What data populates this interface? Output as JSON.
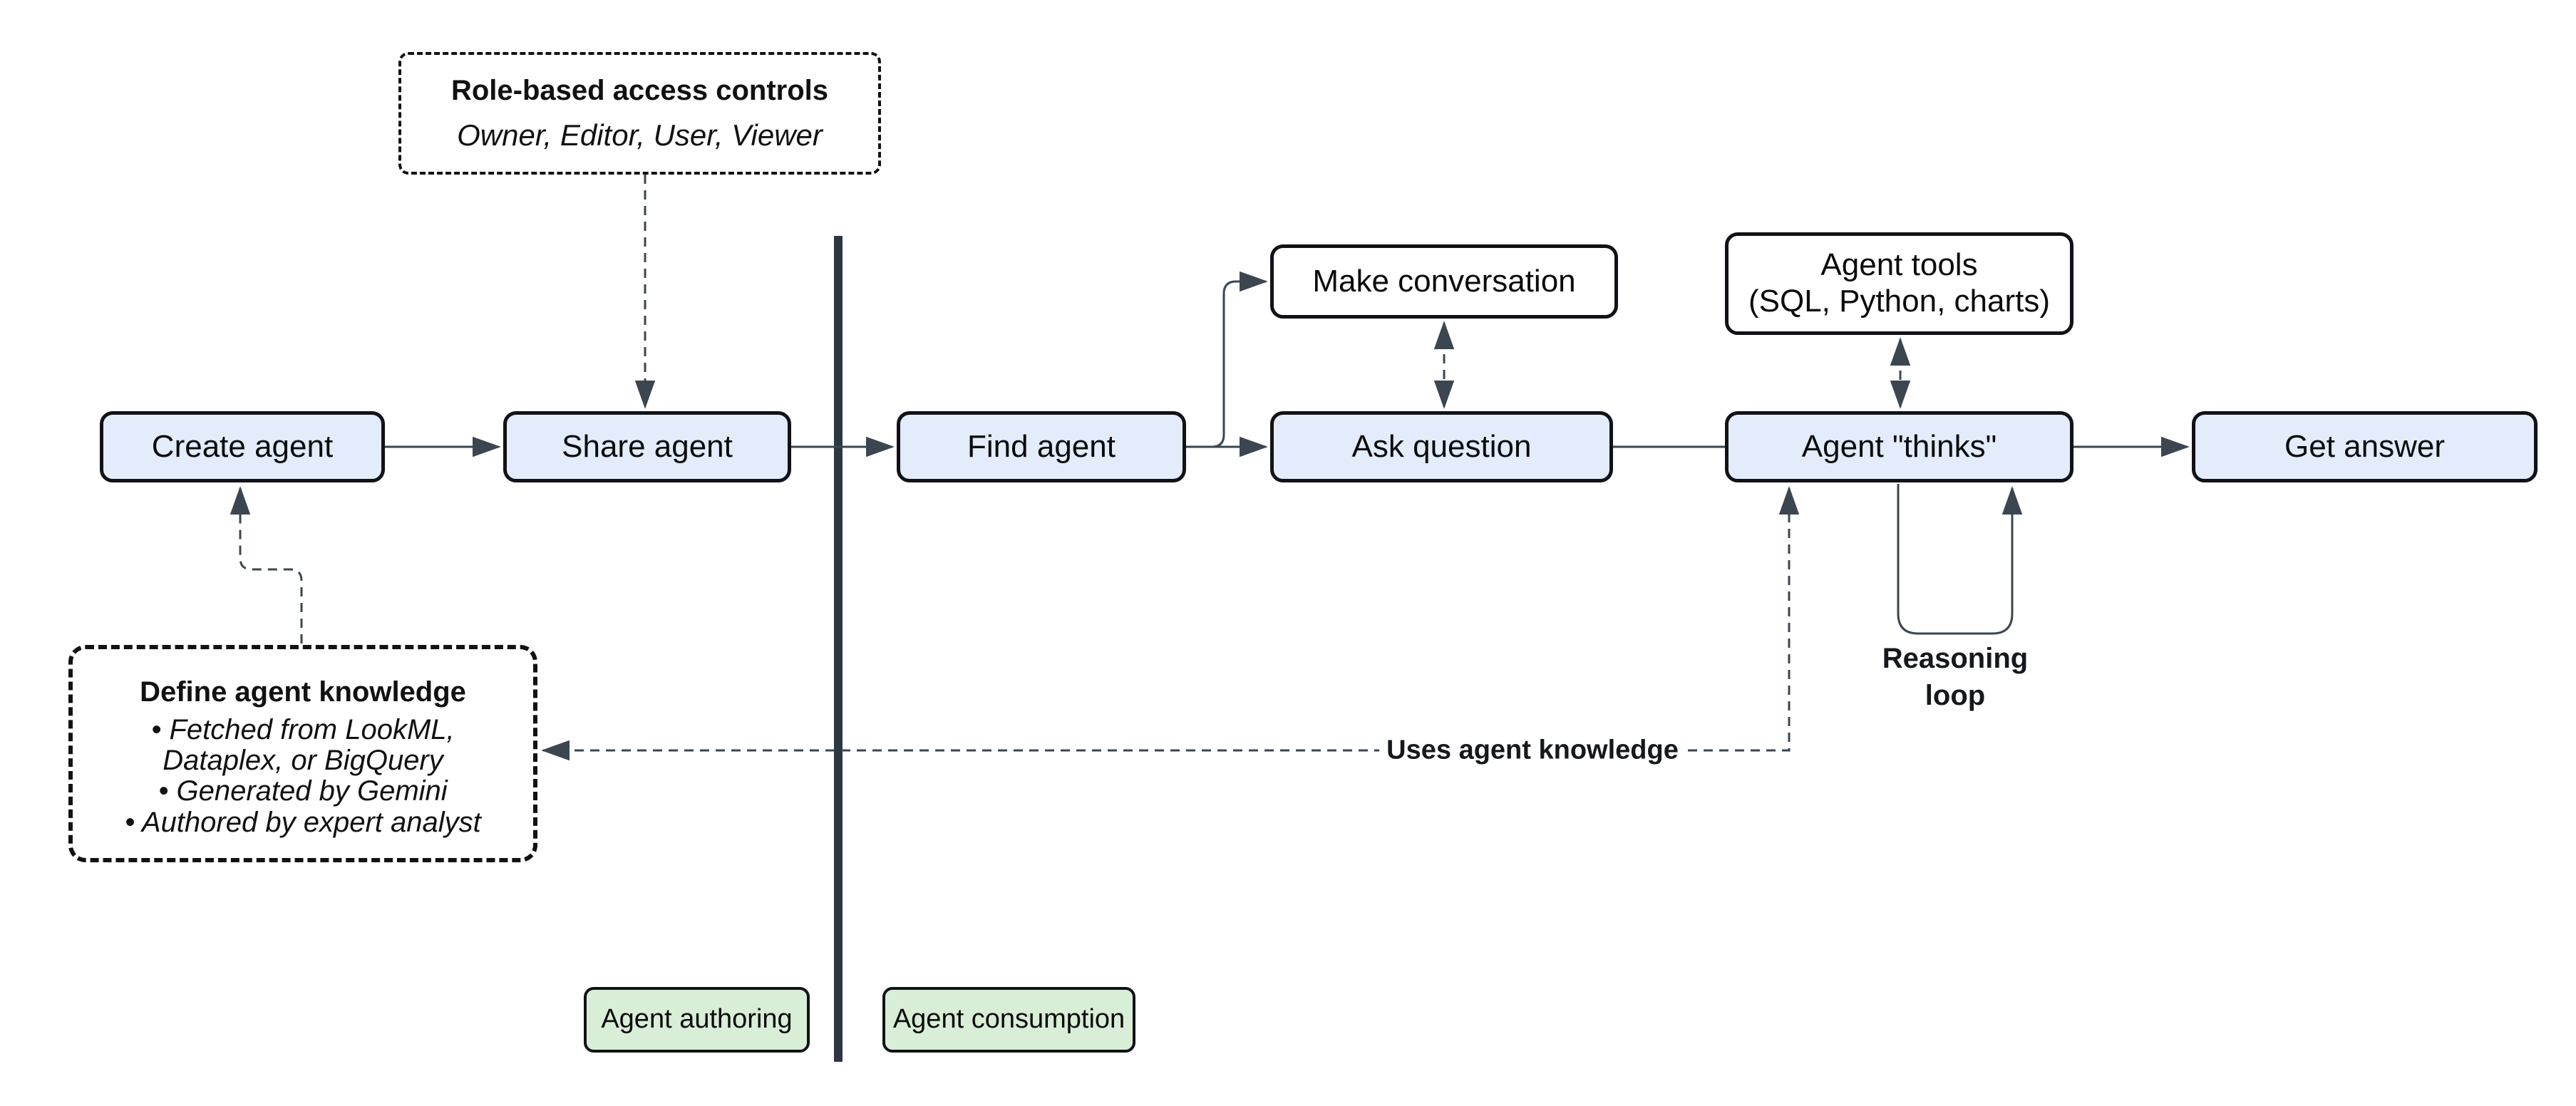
{
  "nodes": {
    "create_agent": {
      "label": "Create agent"
    },
    "share_agent": {
      "label": "Share agent"
    },
    "find_agent": {
      "label": "Find agent"
    },
    "make_conversation": {
      "label": "Make conversation"
    },
    "ask_question": {
      "label": "Ask question"
    },
    "agent_tools": {
      "label": "Agent tools",
      "sublabel": "(SQL, Python, charts)"
    },
    "agent_thinks": {
      "label": "Agent \"thinks\""
    },
    "get_answer": {
      "label": "Get answer"
    }
  },
  "notes": {
    "role_based": {
      "title": "Role-based access controls",
      "subtitle": "Owner, Editor, User, Viewer"
    },
    "define_knowledge": {
      "title": "Define agent knowledge",
      "bullets": [
        "• Fetched from LookML, Dataplex, or BigQuery",
        "• Generated by Gemini",
        "• Authored by expert analyst"
      ]
    }
  },
  "wire_labels": {
    "uses_agent_knowledge": "Uses agent knowledge",
    "reasoning_loop": "Reasoning loop"
  },
  "badges": {
    "authoring": "Agent authoring",
    "consumption": "Agent consumption"
  },
  "colors": {
    "node_fill": "#e2ecfb",
    "node_border": "#101217",
    "badge_fill": "#d9eed6",
    "connector": "#3b4651",
    "divider": "#2d3743"
  }
}
